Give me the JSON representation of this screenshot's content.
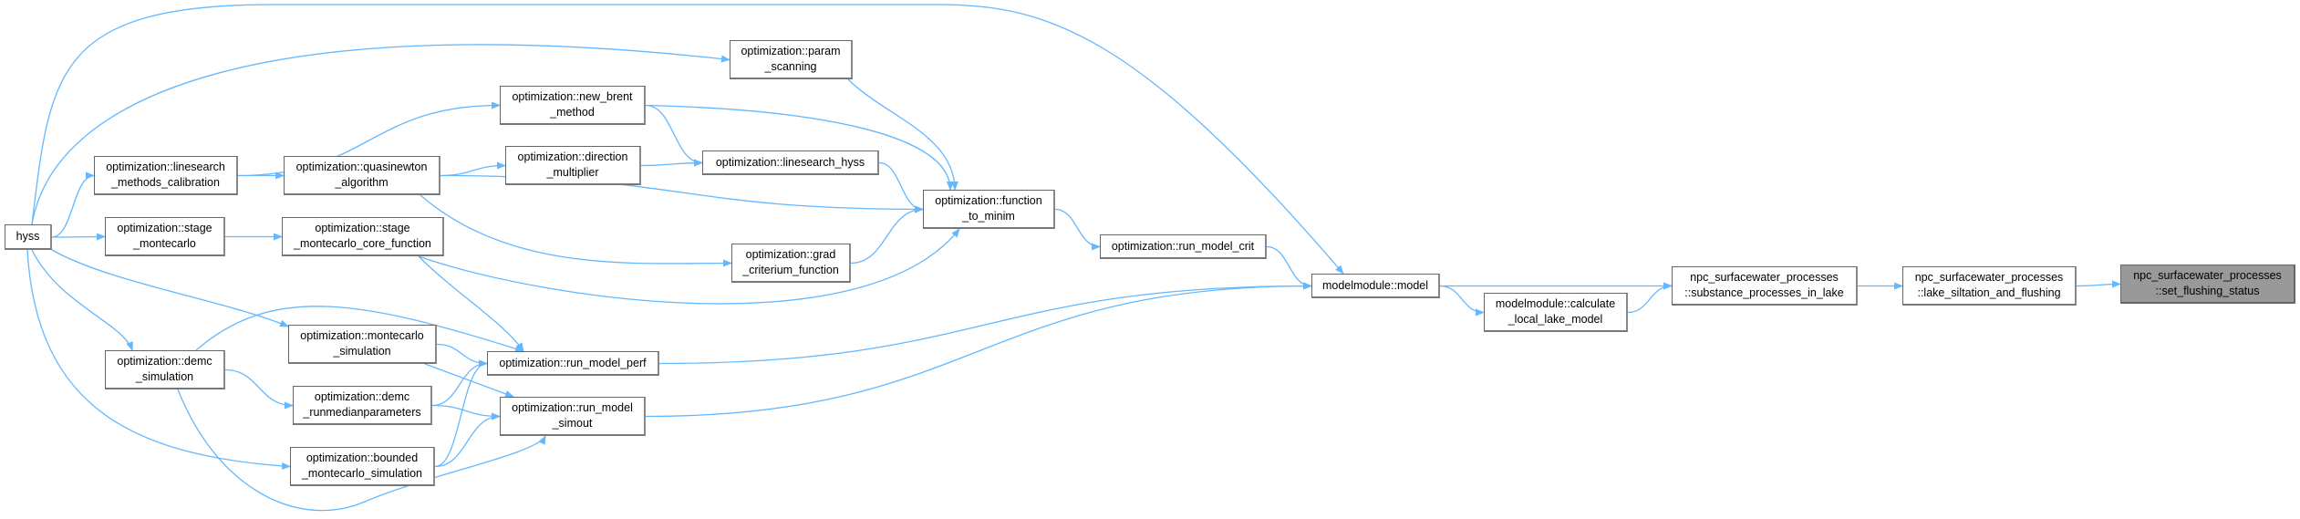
{
  "colors": {
    "edge": "#63b8ff",
    "current_node_fill": "#999999",
    "node_border": "#666666"
  },
  "nodes": {
    "hyss": {
      "lines": [
        "hyss"
      ]
    },
    "linesearch_methods_calibration": {
      "lines": [
        "optimization::linesearch",
        "_methods_calibration"
      ]
    },
    "stage_montecarlo": {
      "lines": [
        "optimization::stage",
        "_montecarlo"
      ]
    },
    "demc_simulation": {
      "lines": [
        "optimization::demc",
        "_simulation"
      ]
    },
    "quasinewton_algorithm": {
      "lines": [
        "optimization::quasinewton",
        "_algorithm"
      ]
    },
    "stage_montecarlo_core_function": {
      "lines": [
        "optimization::stage",
        "_montecarlo_core_function"
      ]
    },
    "montecarlo_simulation": {
      "lines": [
        "optimization::montecarlo",
        "_simulation"
      ]
    },
    "demc_runmedianparameters": {
      "lines": [
        "optimization::demc",
        "_runmedianparameters"
      ]
    },
    "bounded_montecarlo_simulation": {
      "lines": [
        "optimization::bounded",
        "_montecarlo_simulation"
      ]
    },
    "new_brent_method": {
      "lines": [
        "optimization::new_brent",
        "_method"
      ]
    },
    "direction_multiplier": {
      "lines": [
        "optimization::direction",
        "_multiplier"
      ]
    },
    "run_model_perf": {
      "lines": [
        "optimization::run_model_perf"
      ]
    },
    "run_model_simout": {
      "lines": [
        "optimization::run_model",
        "_simout"
      ]
    },
    "param_scanning": {
      "lines": [
        "optimization::param",
        "_scanning"
      ]
    },
    "linesearch_hyss": {
      "lines": [
        "optimization::linesearch_hyss"
      ]
    },
    "grad_criterium_function": {
      "lines": [
        "optimization::grad",
        "_criterium_function"
      ]
    },
    "function_to_minim": {
      "lines": [
        "optimization::function",
        "_to_minim"
      ]
    },
    "run_model_crit": {
      "lines": [
        "optimization::run_model_crit"
      ]
    },
    "model": {
      "lines": [
        "modelmodule::model"
      ]
    },
    "calculate_local_lake_model": {
      "lines": [
        "modelmodule::calculate",
        "_local_lake_model"
      ]
    },
    "substance_processes_in_lake": {
      "lines": [
        "npc_surfacewater_processes",
        "::substance_processes_in_lake"
      ]
    },
    "lake_siltation_and_flushing": {
      "lines": [
        "npc_surfacewater_processes",
        "::lake_siltation_and_flushing"
      ]
    },
    "set_flushing_status": {
      "lines": [
        "npc_surfacewater_processes",
        "::set_flushing_status"
      ],
      "current": true
    }
  },
  "edges": [
    [
      "hyss",
      "linesearch_methods_calibration"
    ],
    [
      "hyss",
      "stage_montecarlo"
    ],
    [
      "hyss",
      "demc_simulation"
    ],
    [
      "hyss",
      "montecarlo_simulation"
    ],
    [
      "hyss",
      "bounded_montecarlo_simulation"
    ],
    [
      "hyss",
      "param_scanning"
    ],
    [
      "hyss",
      "model"
    ],
    [
      "linesearch_methods_calibration",
      "new_brent_method"
    ],
    [
      "linesearch_methods_calibration",
      "quasinewton_algorithm"
    ],
    [
      "quasinewton_algorithm",
      "direction_multiplier"
    ],
    [
      "quasinewton_algorithm",
      "function_to_minim"
    ],
    [
      "quasinewton_algorithm",
      "grad_criterium_function"
    ],
    [
      "stage_montecarlo",
      "stage_montecarlo_core_function"
    ],
    [
      "stage_montecarlo_core_function",
      "function_to_minim"
    ],
    [
      "stage_montecarlo_core_function",
      "run_model_perf"
    ],
    [
      "demc_simulation",
      "run_model_perf"
    ],
    [
      "demc_simulation",
      "demc_runmedianparameters"
    ],
    [
      "demc_simulation",
      "run_model_simout"
    ],
    [
      "montecarlo_simulation",
      "run_model_perf"
    ],
    [
      "montecarlo_simulation",
      "run_model_simout"
    ],
    [
      "demc_runmedianparameters",
      "run_model_perf"
    ],
    [
      "demc_runmedianparameters",
      "run_model_simout"
    ],
    [
      "bounded_montecarlo_simulation",
      "run_model_perf"
    ],
    [
      "bounded_montecarlo_simulation",
      "run_model_simout"
    ],
    [
      "new_brent_method",
      "linesearch_hyss"
    ],
    [
      "new_brent_method",
      "function_to_minim"
    ],
    [
      "direction_multiplier",
      "linesearch_hyss"
    ],
    [
      "linesearch_hyss",
      "function_to_minim"
    ],
    [
      "param_scanning",
      "function_to_minim"
    ],
    [
      "grad_criterium_function",
      "function_to_minim"
    ],
    [
      "function_to_minim",
      "run_model_crit"
    ],
    [
      "run_model_crit",
      "model"
    ],
    [
      "run_model_perf",
      "model"
    ],
    [
      "run_model_simout",
      "model"
    ],
    [
      "model",
      "substance_processes_in_lake"
    ],
    [
      "model",
      "calculate_local_lake_model"
    ],
    [
      "calculate_local_lake_model",
      "substance_processes_in_lake"
    ],
    [
      "substance_processes_in_lake",
      "lake_siltation_and_flushing"
    ],
    [
      "lake_siltation_and_flushing",
      "set_flushing_status"
    ]
  ]
}
